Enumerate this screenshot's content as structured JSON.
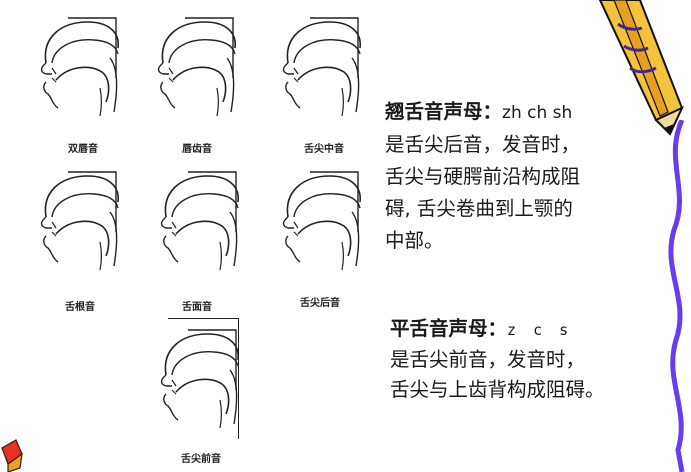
{
  "diagrams": [
    {
      "caption": "双唇音"
    },
    {
      "caption": "唇齿音"
    },
    {
      "caption": "舌尖中音"
    },
    {
      "caption": "舌根音"
    },
    {
      "caption": "舌面音"
    },
    {
      "caption": "舌尖后音"
    },
    {
      "caption": "舌尖前音"
    }
  ],
  "retroflex": {
    "title": "翘舌音声母：",
    "letters": "zh ch sh",
    "line1": "是舌尖后音，发音时，",
    "line2": "舌尖与硬腭前沿构成阻",
    "line3": "碍, 舌尖卷曲到上颚的",
    "line4": "中部。"
  },
  "flat": {
    "title": "平舌音声母：",
    "letters": "z c s",
    "line1": "是舌尖前音，发音时，",
    "line2": "舌尖与上齿背构成阻碍。"
  },
  "colors": {
    "pencil_body": "#f5c23b",
    "pencil_stripe": "#3a2a9a",
    "border_wave": "#6a3cf0",
    "accent_red": "#e8321f"
  }
}
